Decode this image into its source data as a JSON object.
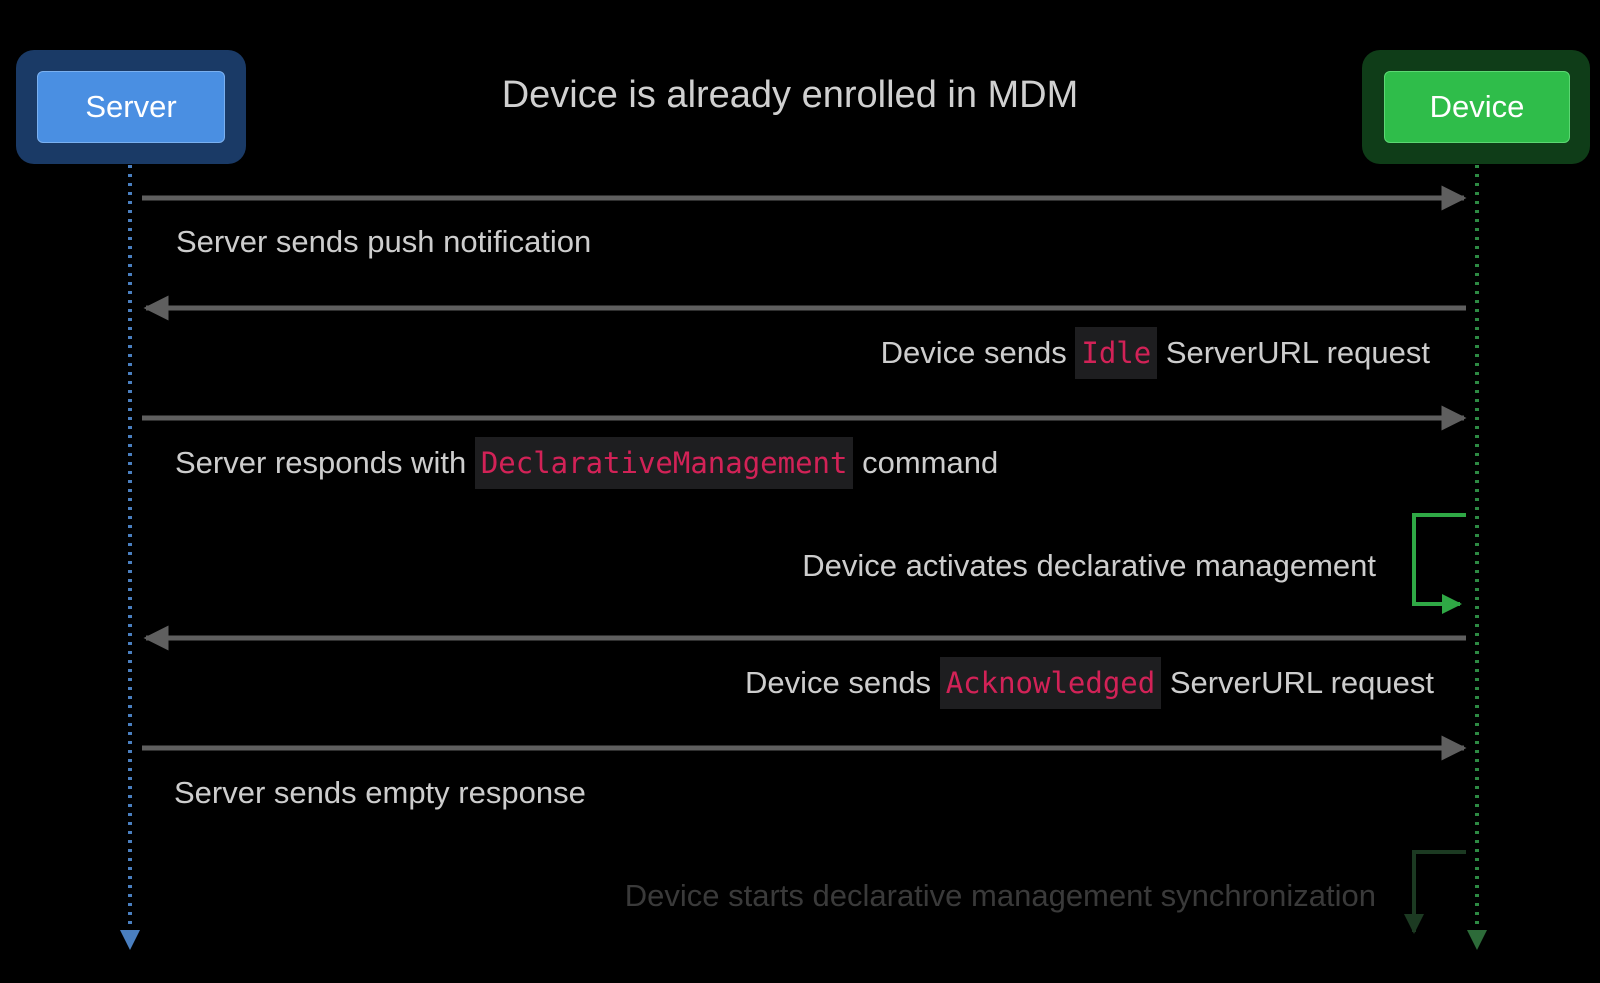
{
  "title": "Device is already enrolled in MDM",
  "actors": {
    "server": "Server",
    "device": "Device"
  },
  "colors": {
    "server_accent": "#4a8fe2",
    "device_accent": "#2fbd4a",
    "code_text": "#d22257",
    "arrow": "#5f5f5f"
  },
  "steps": [
    {
      "direction": "server-to-device",
      "before": "Server sends push notification"
    },
    {
      "direction": "device-to-server",
      "before": "Device sends ",
      "code": "Idle",
      "after": " ServerURL request"
    },
    {
      "direction": "server-to-device",
      "before": "Server responds with ",
      "code": "DeclarativeManagement",
      "after": " command"
    },
    {
      "direction": "device-self",
      "before": "Device activates declarative management"
    },
    {
      "direction": "device-to-server",
      "before": "Device sends ",
      "code": "Acknowledged",
      "after": " ServerURL request"
    },
    {
      "direction": "server-to-device",
      "before": "Server sends empty response"
    },
    {
      "direction": "device-self",
      "before": "Device starts declarative management synchronization",
      "state": "faded"
    }
  ]
}
